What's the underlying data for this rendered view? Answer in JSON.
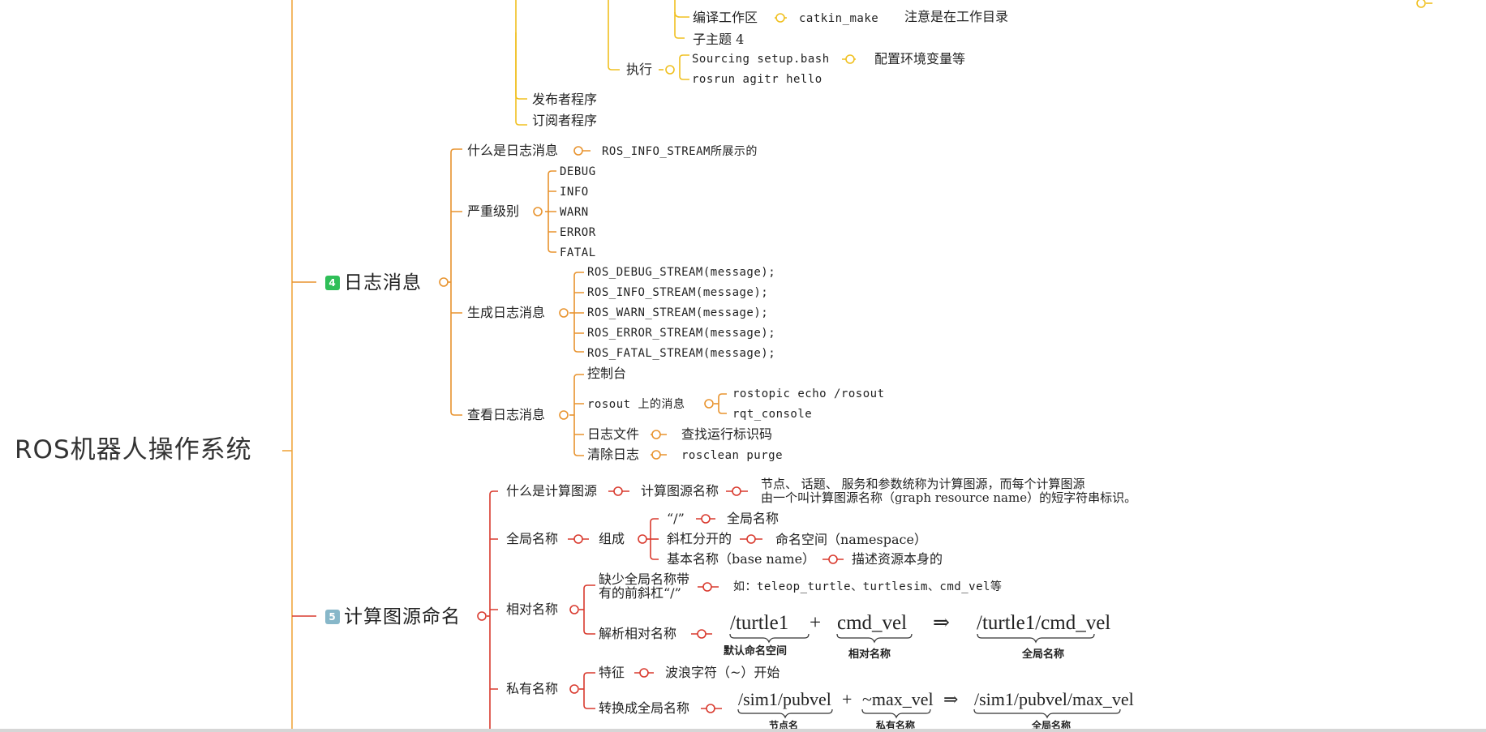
{
  "colors": {
    "yellow": "#f0c020",
    "orange": "#e8932e",
    "red": "#d93a2e",
    "trunk": "#f0a640",
    "badge4": "#2fbf58",
    "badge5": "#87b7c9"
  },
  "root": {
    "title": "ROS机器人操作系统"
  },
  "top": {
    "build": "编译工作区",
    "build_cmd": "catkin_make",
    "build_note": "注意是在工作目录",
    "sub4": "子主题 4",
    "run": "执行",
    "sourcing": "Sourcing setup.bash",
    "sourcing_note": "配置环境变量等",
    "rosrun": "rosrun agitr hello",
    "publisher": "发布者程序",
    "subscriber": "订阅者程序"
  },
  "topic4": {
    "badge": "4",
    "title": "日志消息",
    "what": "什么是日志消息",
    "what_value": "ROS_INFO_STREAM所展示的",
    "severity": "严重级别",
    "levels": [
      "DEBUG",
      "INFO",
      "WARN",
      "ERROR",
      "FATAL"
    ],
    "generate": "生成日志消息",
    "streams": [
      "ROS_DEBUG_STREAM(message);",
      "ROS_INFO_STREAM(message);",
      "ROS_WARN_STREAM(message);",
      "ROS_ERROR_STREAM(message);",
      "ROS_FATAL_STREAM(message);"
    ],
    "view": "查看日志消息",
    "console": "控制台",
    "rosout": "rosout 上的消息",
    "rosout_items": [
      "rostopic echo /rosout",
      "rqt_console"
    ],
    "logfile": "日志文件",
    "logfile_value": "查找运行标识码",
    "clear": "清除日志",
    "clear_value": "rosclean purge"
  },
  "topic5": {
    "badge": "5",
    "title": "计算图源命名",
    "what": "什么是计算图源",
    "what_name": "计算图源名称",
    "what_desc1": "节点、 话题、 服务和参数统称为计算图源，而每个计算图源",
    "what_desc2": "由一个叫计算图源名称（graph resource name）的短字符串标识。",
    "global": "全局名称",
    "compose": "组成",
    "slash": "“/”",
    "slash_value": "全局名称",
    "slashed": "斜杠分开的",
    "slashed_value": "命名空间（namespace）",
    "basename": "基本名称（base name）",
    "basename_value": "描述资源本身的",
    "relative": "相对名称",
    "missing1": "缺少全局名称带",
    "missing2": "有的前斜杠“/”",
    "missing_value": "如：teleop_turtle、turtlesim、cmd_vel等",
    "resolve": "解析相对名称",
    "f1": {
      "a": "/turtle1",
      "b": "cmd_vel",
      "c": "/turtle1/cmd_vel",
      "la": "默认命名空间",
      "lb": "相对名称",
      "lc": "全局名称",
      "plus": "+",
      "arrow": "⇒"
    },
    "private": "私有名称",
    "feature": "特征",
    "feature_value": "波浪字符（~）开始",
    "convert": "转换成全局名称",
    "f2": {
      "a": "/sim1/pubvel",
      "b": "~max_vel",
      "c": "/sim1/pubvel/max_vel",
      "la": "节点名",
      "lb": "私有名称",
      "lc": "全局名称",
      "plus": "+",
      "arrow": "⇒"
    }
  }
}
